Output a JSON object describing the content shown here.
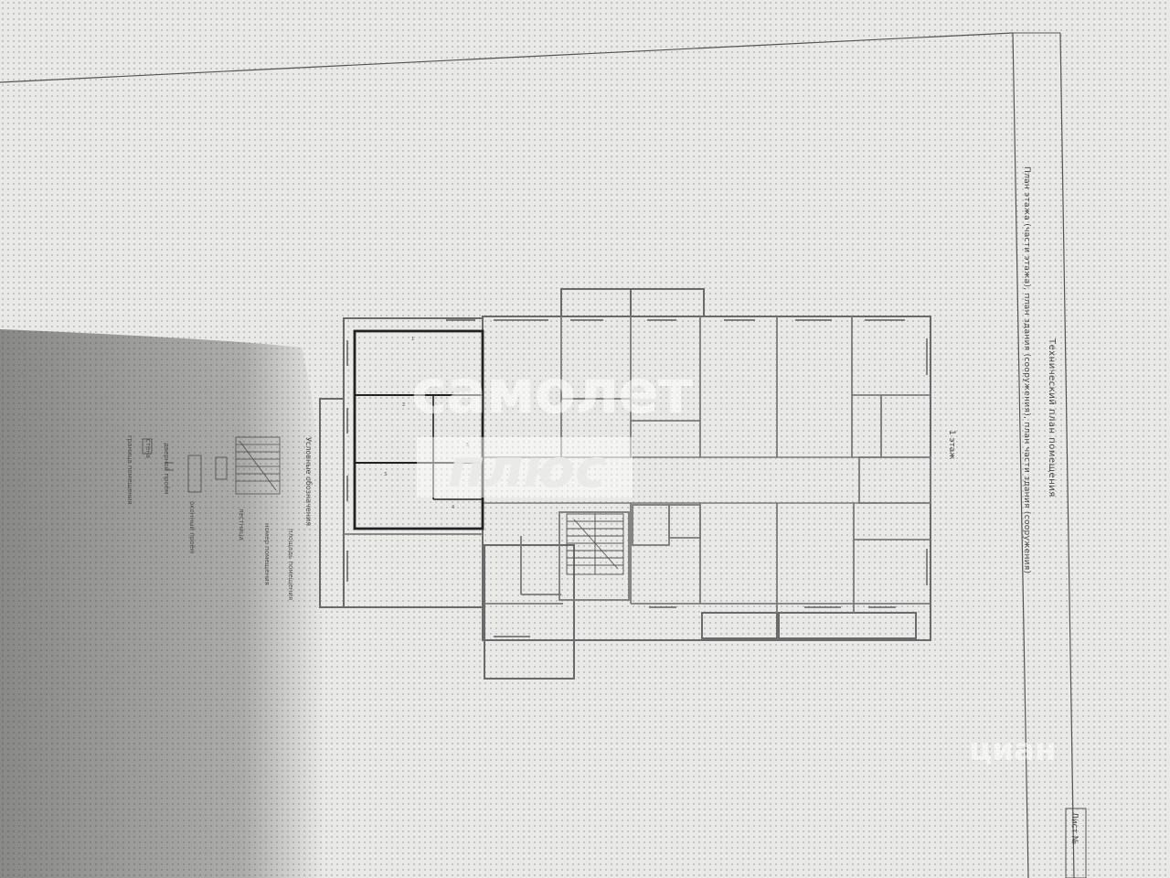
{
  "document": {
    "title": "Технический план помещения",
    "subtitle": "План этажа (части этажа), план здания (сооружения), план части здания (сооружения)",
    "floor_label": "1 этаж",
    "sheet_label": "Лист №",
    "legend_title": "Условные обозначения",
    "legend_items": [
      "граница помещения",
      "стена",
      "дверной проём",
      "оконный проём",
      "лестница",
      "номер помещения",
      "площадь помещения"
    ]
  },
  "watermark": {
    "brand": "самолет",
    "plus": "плюс",
    "site": "циан"
  },
  "colors": {
    "paper": "#e9e9e7",
    "line": "#6a6a6a",
    "highlight": "#222222",
    "watermark": "#ffffff"
  },
  "icons": [
    "stair-icon",
    "window-icon",
    "door-icon"
  ]
}
